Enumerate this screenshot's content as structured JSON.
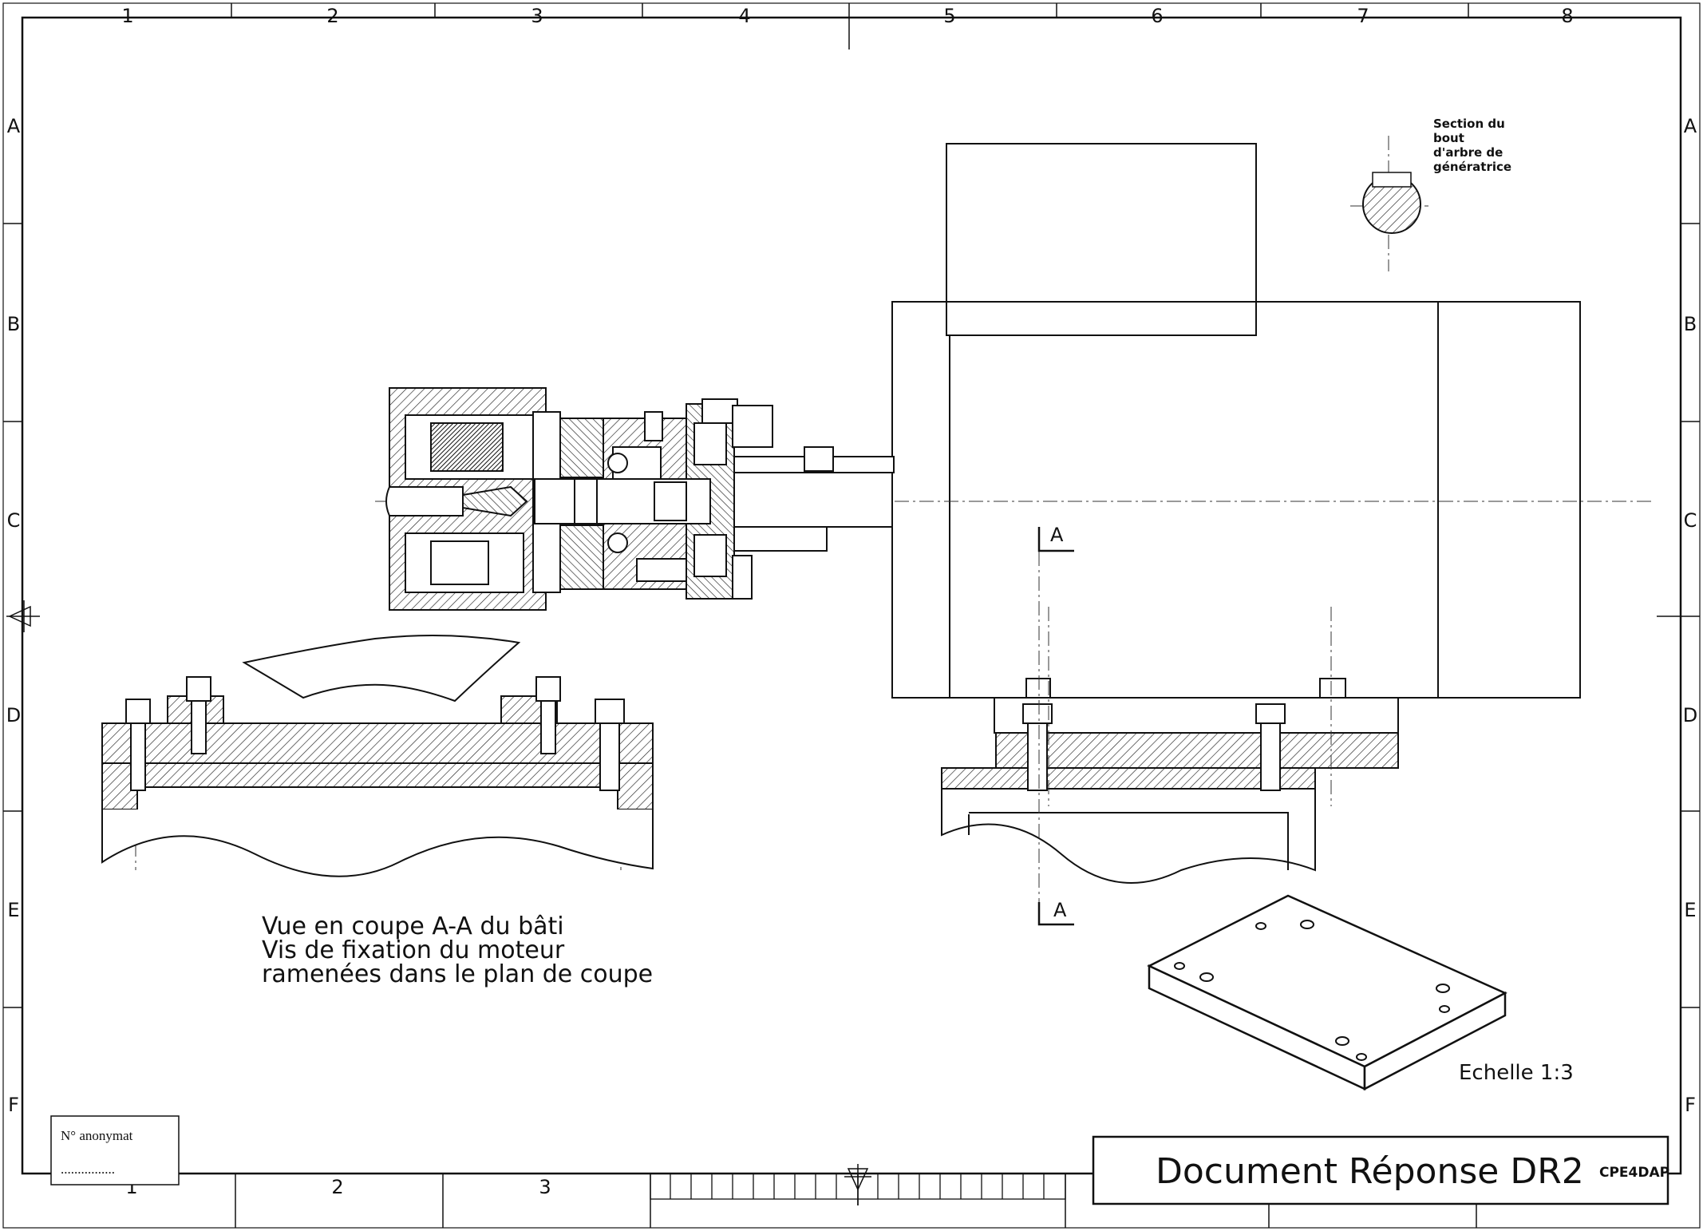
{
  "frame": {
    "columns": [
      "1",
      "2",
      "3",
      "4",
      "5",
      "6",
      "7",
      "8"
    ],
    "rows": [
      "A",
      "B",
      "C",
      "D",
      "E",
      "F"
    ]
  },
  "section_note": [
    "Section du",
    "bout",
    "d'arbre de",
    "génératrice"
  ],
  "cut_label_top": "A",
  "cut_label_bottom": "A",
  "view_caption": [
    "Vue en coupe A-A du bâti",
    "Vis de fixation du moteur",
    "ramenées dans le plan de coupe"
  ],
  "scale_label": "Echelle 1:3",
  "title_block": {
    "title": "Document Réponse DR2",
    "code": "CPE4DAP"
  },
  "anonymat": {
    "label": "N° anonymat",
    "dots": "................"
  }
}
